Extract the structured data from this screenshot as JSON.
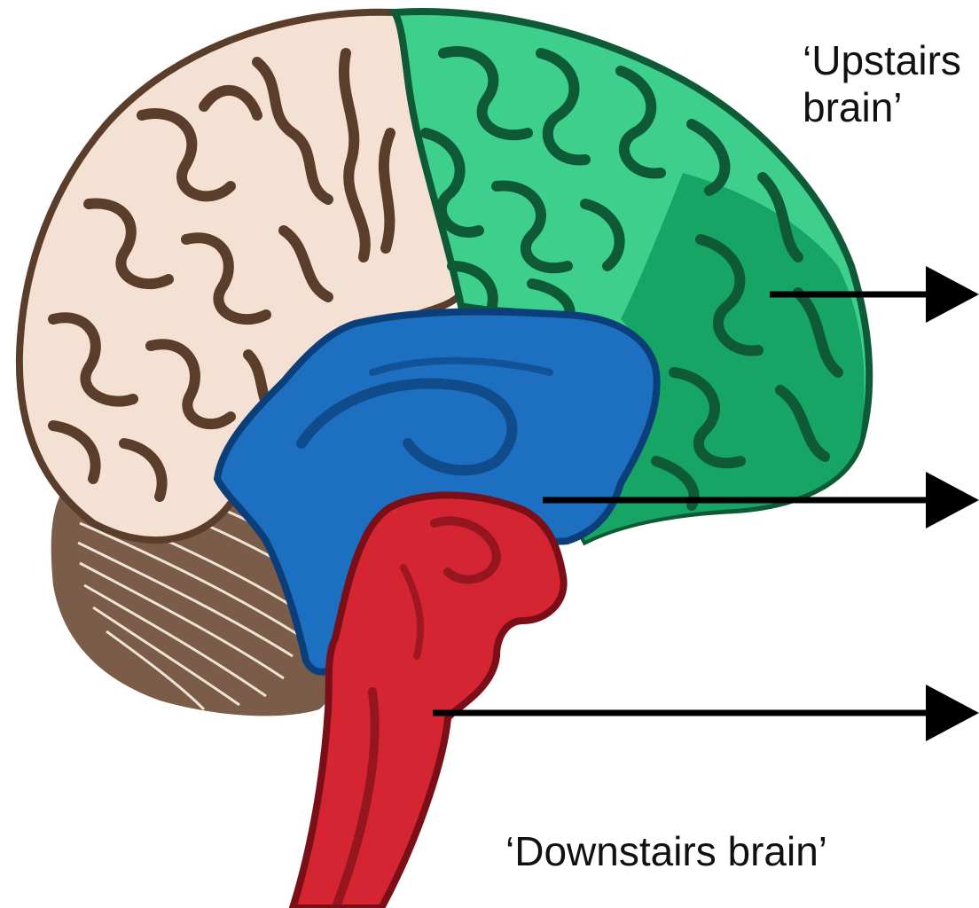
{
  "labels": {
    "upstairs": "‘Upstairs brain’",
    "downstairs": "‘Downstairs brain’"
  },
  "colors": {
    "cortex_fill": "#f5e1d3",
    "cortex_stroke": "#5a3e2b",
    "upstairs_light": "#3fcf8d",
    "upstairs_dark": "#16a564",
    "upstairs_stroke": "#0e5a36",
    "limbic": "#1d6fc2",
    "limbic_stroke": "#0c3f7a",
    "brainstem": "#d52533",
    "brainstem_stroke": "#7a0f18",
    "cerebellum": "#7a5c48",
    "arrow": "#000000"
  },
  "regions": [
    {
      "name": "cortex-back",
      "color": "cortex_fill"
    },
    {
      "name": "upstairs-brain",
      "color": "upstairs_light"
    },
    {
      "name": "prefrontal",
      "color": "upstairs_dark"
    },
    {
      "name": "limbic-system",
      "color": "limbic"
    },
    {
      "name": "brainstem",
      "color": "brainstem"
    },
    {
      "name": "cerebellum",
      "color": "cerebellum"
    }
  ],
  "arrows": [
    {
      "name": "upper-arrow",
      "from_region": "prefrontal"
    },
    {
      "name": "middle-arrow",
      "from_region": "limbic-system"
    },
    {
      "name": "lower-arrow",
      "from_region": "brainstem"
    }
  ]
}
